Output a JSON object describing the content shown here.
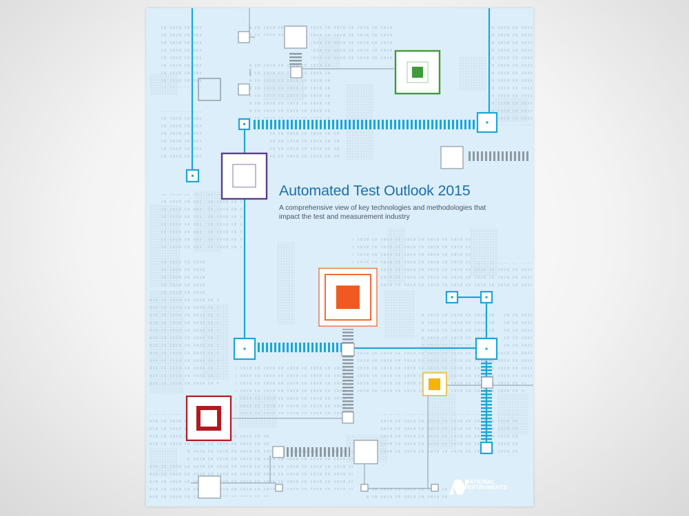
{
  "cover": {
    "title": "Automated Test Outlook 2015",
    "subtitle": "A comprehensive view of key technologies and methodologies that impact the test and measurement industry",
    "publisher_logo": {
      "line1": "NATIONAL",
      "line2": "INSTRUMENTS"
    }
  },
  "colors": {
    "background": "#dceef9",
    "title": "#1b6fab",
    "trace_cyan": "#1aa6d8",
    "green": "#3f9b3a",
    "purple": "#5b3c86",
    "orange": "#f05a22",
    "red": "#b2191f",
    "yellow": "#f4b30e",
    "gray": "#8d99a3"
  }
}
